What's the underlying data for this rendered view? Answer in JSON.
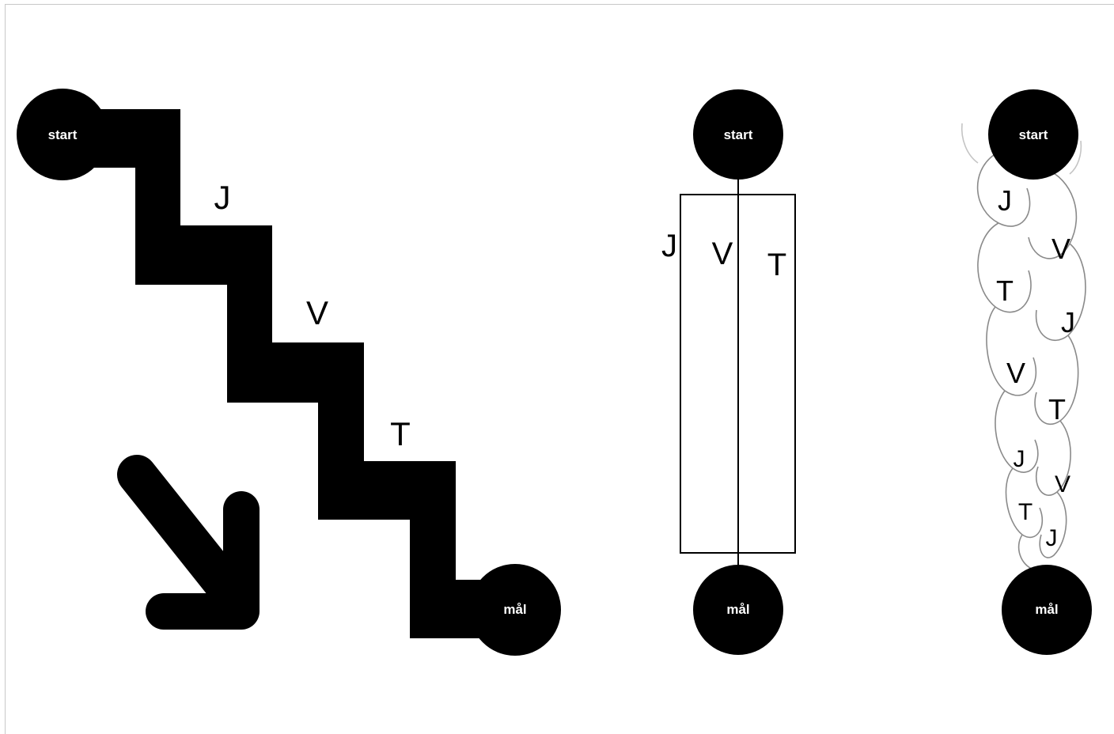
{
  "diagrams": {
    "staircase": {
      "start_label": "start",
      "goal_label": "mål",
      "steps": [
        "J",
        "V",
        "T"
      ],
      "has_direction_arrow": true
    },
    "parallel": {
      "start_label": "start",
      "goal_label": "mål",
      "lanes": [
        "J",
        "V",
        "T"
      ]
    },
    "braid": {
      "start_label": "start",
      "goal_label": "mål",
      "strand_labels": [
        "J",
        "V",
        "T",
        "J",
        "V",
        "T",
        "J",
        "V",
        "T",
        "J"
      ]
    }
  },
  "colors": {
    "ink": "#000000",
    "paper": "#ffffff",
    "braid_stroke": "#8a8a8a",
    "frame_border": "#c8c8c8"
  }
}
